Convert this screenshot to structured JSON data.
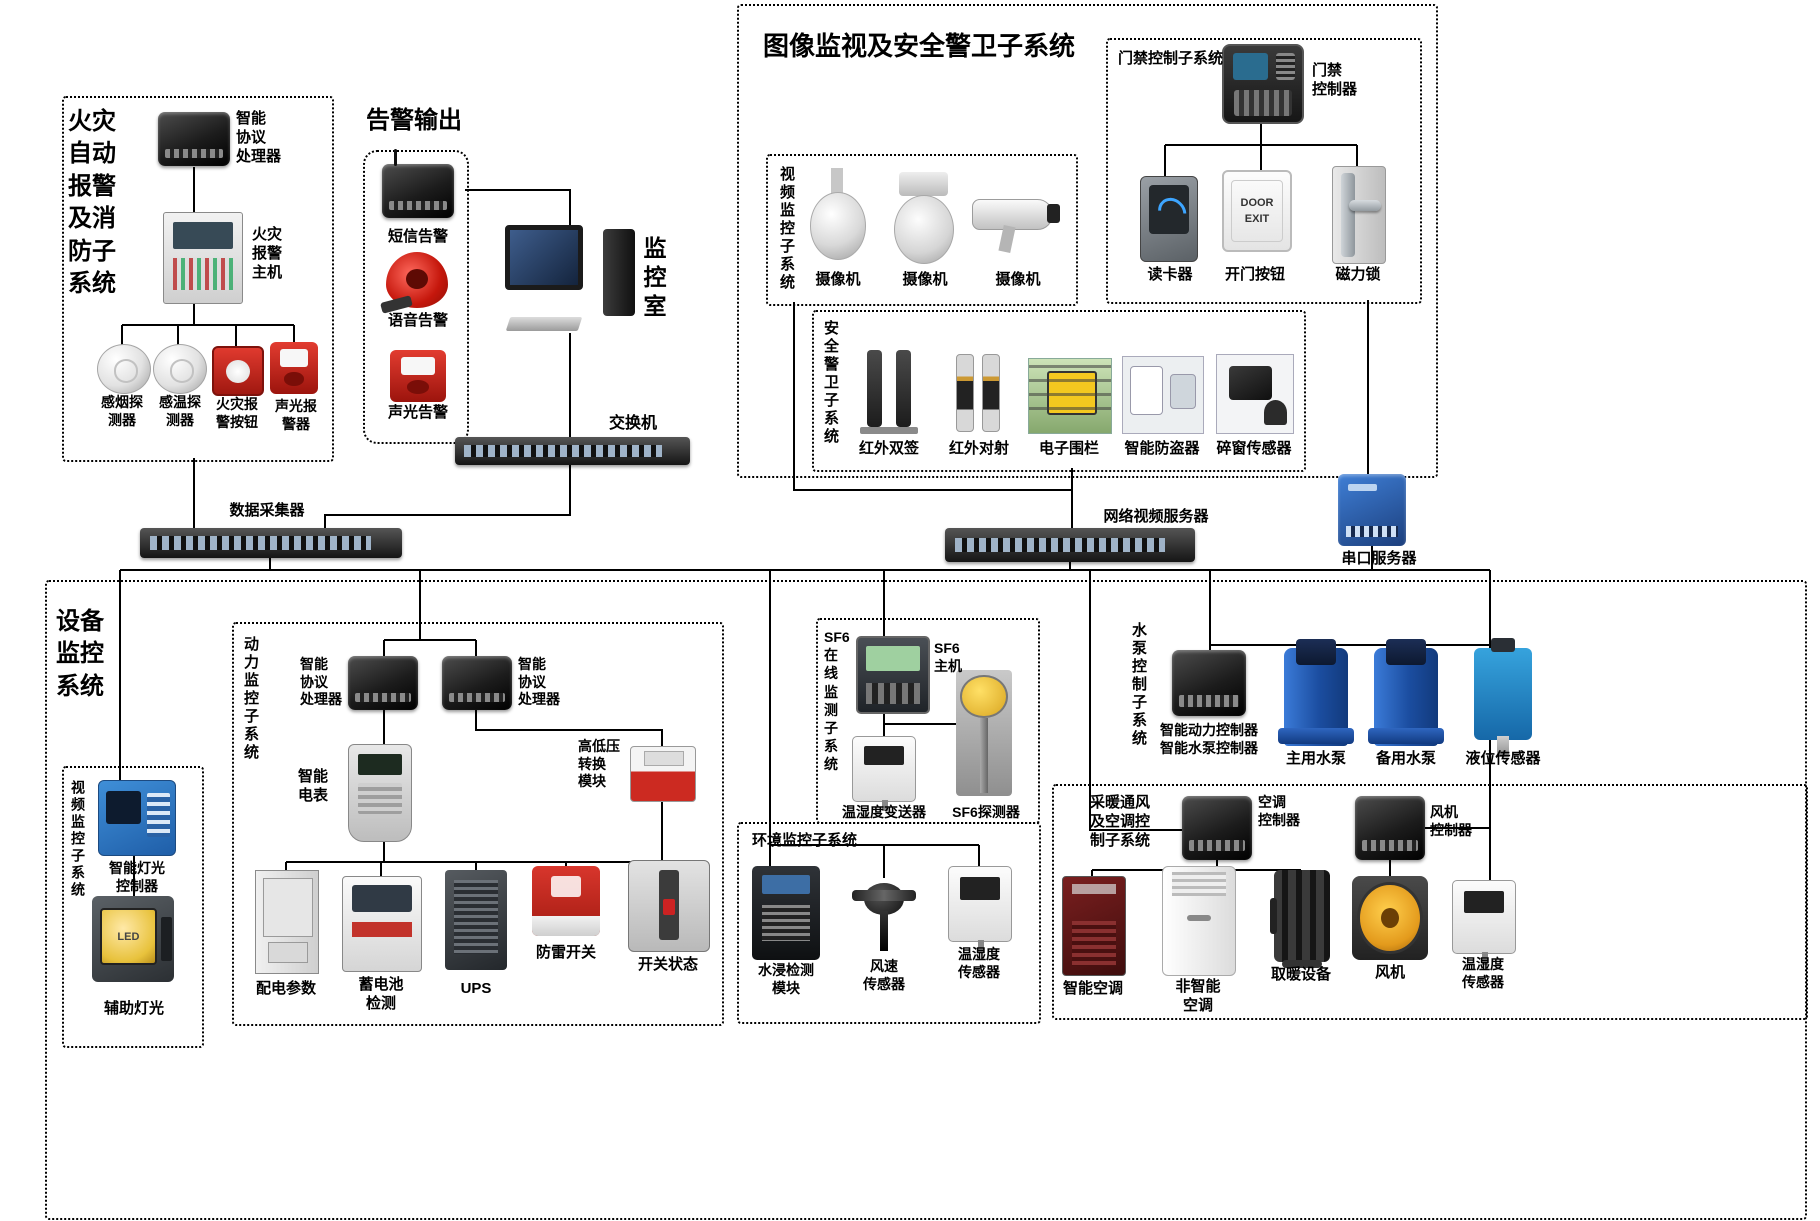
{
  "colors": {
    "line": "#000000",
    "background": "#ffffff",
    "alarm_red": "#c5170c",
    "device_black": "#1c1c1c",
    "pump_blue": "#1b4da0",
    "server_blue": "#2e6bc4"
  },
  "fire": {
    "title": "火灾自动报警及消防子系统",
    "processor_label": "智能\n协议\n处理器",
    "host_label": "火灾\n报警\n主机",
    "detectors": [
      {
        "label": "感烟探\n测器"
      },
      {
        "label": "感温探\n测器"
      },
      {
        "label": "火灾报\n警按钮"
      },
      {
        "label": "声光报\n警器"
      }
    ]
  },
  "alarm_out": {
    "title": "告警输出",
    "sms": "短信告警",
    "voice": "语音告警",
    "sound_light": "声光告警"
  },
  "monitor_room": {
    "label": "监控室"
  },
  "lan_switch": {
    "label": "交换机"
  },
  "surveillance": {
    "title": "图像监视及安全警卫子系统",
    "video": {
      "title": "视频监控子系统",
      "cameras": [
        {
          "label": "摄像机"
        },
        {
          "label": "摄像机"
        },
        {
          "label": "摄像机"
        }
      ]
    },
    "access": {
      "title": "门禁控制子系统",
      "controller_label": "门禁\n控制器",
      "reader": "读卡器",
      "button": "开门按钮",
      "button_face": "DOOR\nEXIT",
      "lock": "磁力锁"
    },
    "security": {
      "title": "安全警卫子系统",
      "devices": [
        {
          "label": "红外双签"
        },
        {
          "label": "红外对射"
        },
        {
          "label": "电子围栏"
        },
        {
          "label": "智能防盗器"
        },
        {
          "label": "碎窗传感器"
        }
      ]
    }
  },
  "backbone": {
    "collector": "数据采集器",
    "video_server": "网络视频服务器",
    "serial_server": "串口服务器"
  },
  "equipment": {
    "title": "设备监控系统",
    "video_sub": {
      "title": "视频监控子系统",
      "light_controller": "智能灯光\n控制器",
      "aux_light": "辅助灯光",
      "led_face": "LED"
    },
    "power": {
      "title": "动力监控子系统",
      "proc1": "智能\n协议\n处理器",
      "proc2": "智能\n协议\n处理器",
      "meter": "智能\n电表",
      "hv_module": "高低压\n转换\n模块",
      "row": [
        {
          "label": "配电参数"
        },
        {
          "label": "蓄电池\n检测"
        },
        {
          "label": "UPS"
        },
        {
          "label": "防雷开关"
        },
        {
          "label": "开关状态"
        }
      ]
    },
    "sf6": {
      "title": "SF6\n在\n线\n监\n测\n子\n系\n统",
      "host": "SF6\n主机",
      "transmitter": "温湿度变送器",
      "detector": "SF6探测器"
    },
    "env": {
      "title": "环境监控子系统",
      "water": "水浸检测\n模块",
      "wind": "风速\n传感器",
      "th": "温湿度\n传感器"
    },
    "pump": {
      "title": "水泵控制子系统",
      "controller": "智能动力控制器\n智能水泵控制器",
      "main_pump": "主用水泵",
      "backup_pump": "备用水泵",
      "level": "液位传感器"
    },
    "hvac": {
      "title": "采暖通风\n及空调控\n制子系统",
      "ac_controller": "空调\n控制器",
      "fan_controller": "风机\n控制器",
      "smart_ac": "智能空调",
      "plain_ac": "非智能\n空调",
      "heater": "取暖设备",
      "fan": "风机",
      "th": "温湿度\n传感器"
    }
  }
}
